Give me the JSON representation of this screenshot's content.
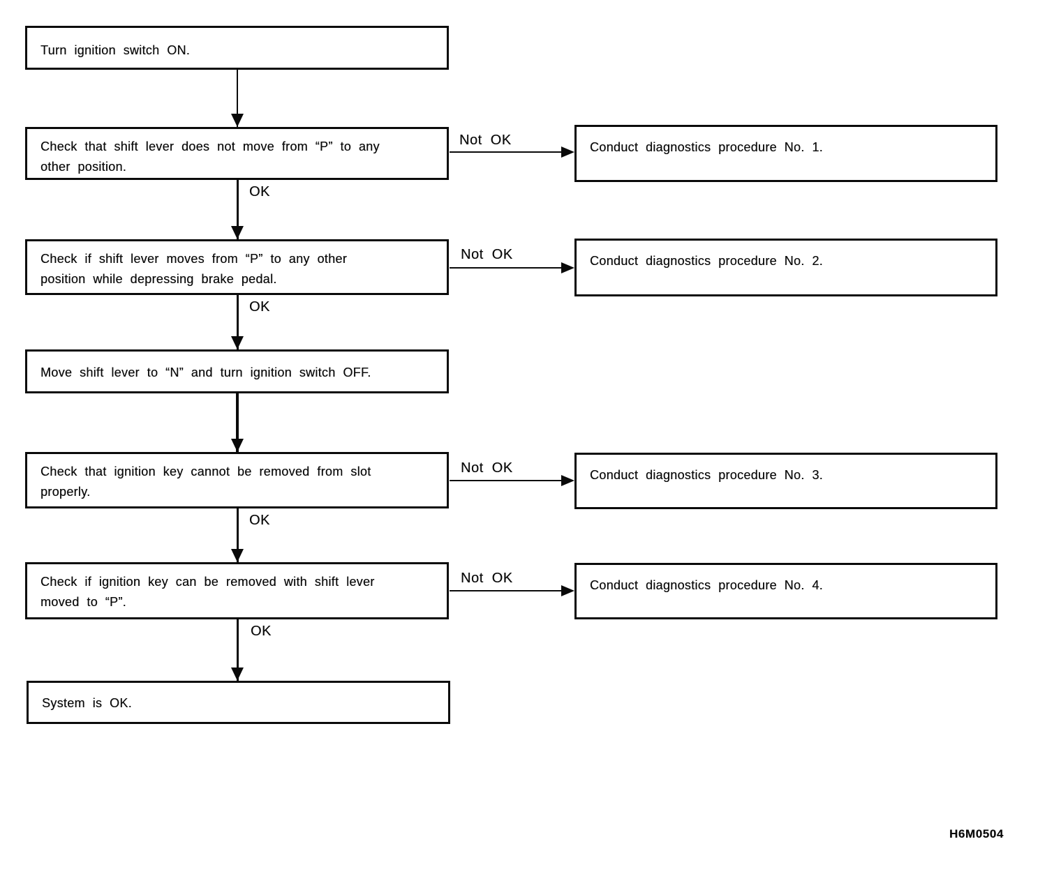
{
  "figure_code": "H6M0504",
  "labels": {
    "ok": "OK",
    "not_ok": "Not OK"
  },
  "colors": {
    "ink": "#0a0a0a",
    "paper": "#ffffff"
  },
  "steps": [
    {
      "lines": [
        "Turn ignition switch ON."
      ]
    },
    {
      "lines": [
        "Check that shift lever does not move from “P” to any",
        "other position."
      ]
    },
    {
      "lines": [
        "Check if shift lever moves from “P” to any other",
        "position while depressing brake pedal."
      ]
    },
    {
      "lines": [
        "Move shift lever to “N” and turn ignition switch OFF."
      ]
    },
    {
      "lines": [
        "Check that ignition key cannot be removed from slot",
        "properly."
      ]
    },
    {
      "lines": [
        "Check if ignition key can be removed with shift lever",
        "moved to “P”."
      ]
    },
    {
      "lines": [
        "System is OK."
      ]
    }
  ],
  "procedures": [
    {
      "text": "Conduct diagnostics procedure No. 1."
    },
    {
      "text": "Conduct diagnostics procedure No. 2."
    },
    {
      "text": "Conduct diagnostics procedure No. 3."
    },
    {
      "text": "Conduct diagnostics procedure No. 4."
    }
  ]
}
